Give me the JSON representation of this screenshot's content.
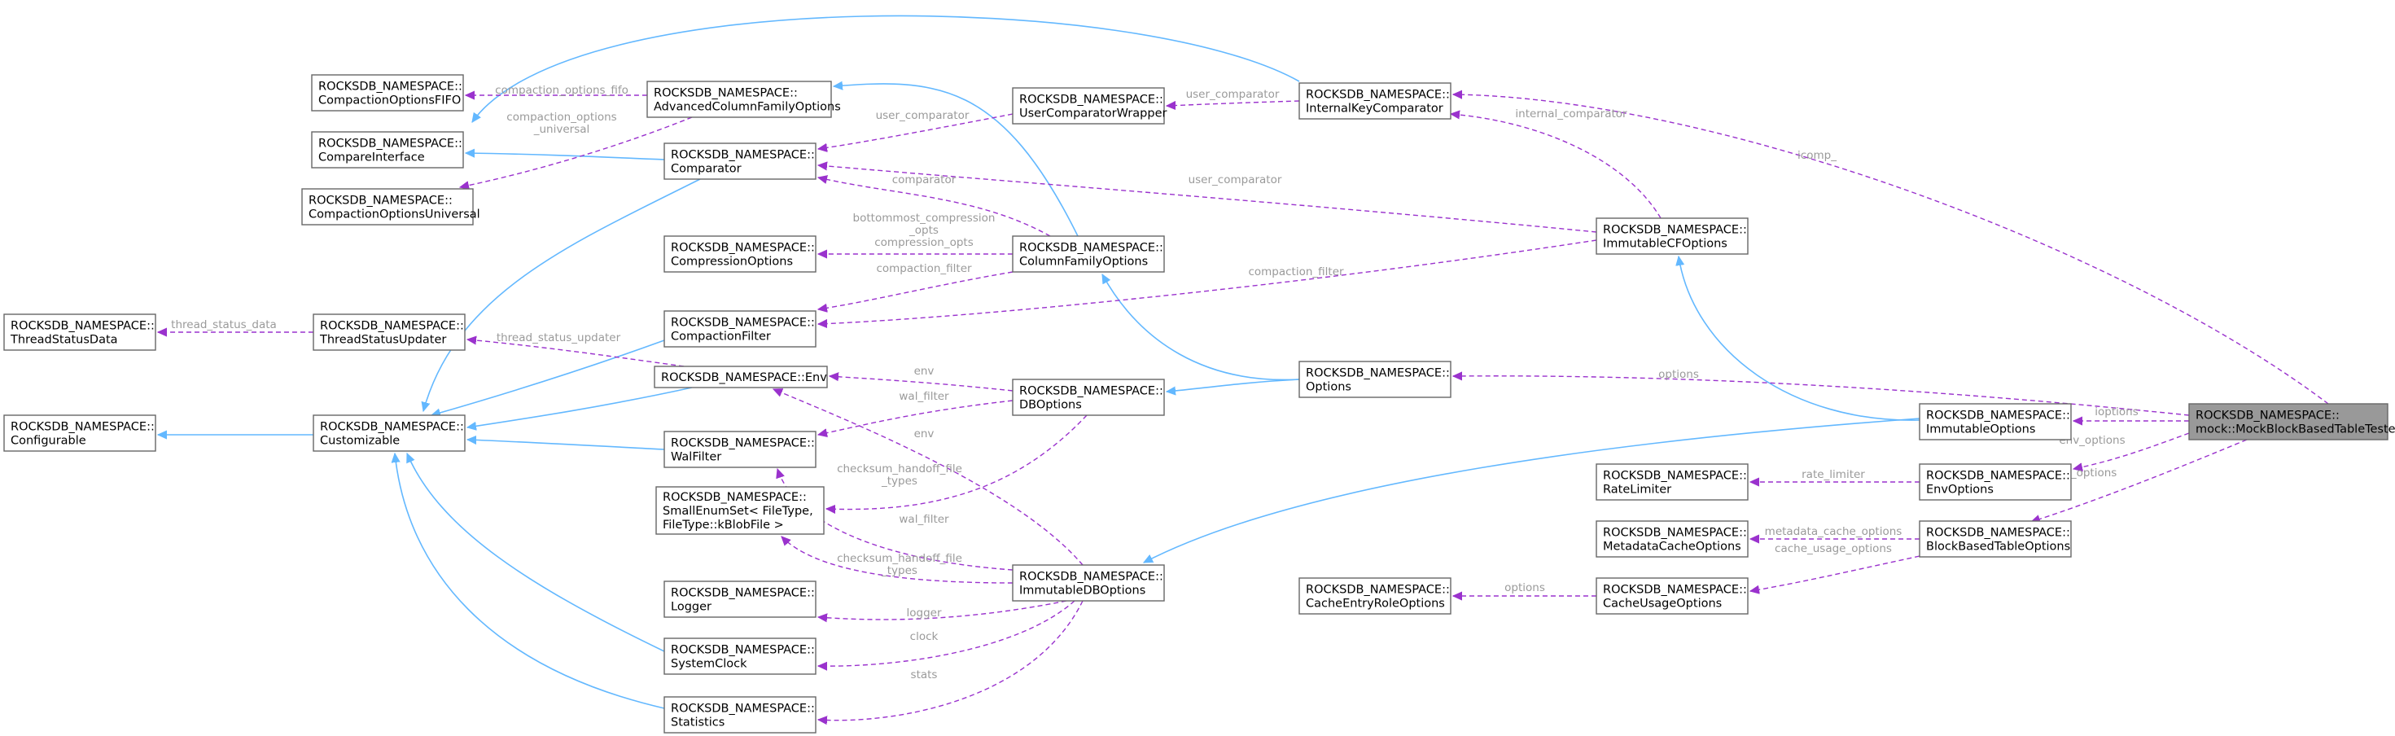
{
  "diagram": {
    "nodes": [
      {
        "id": "mock",
        "lines": [
          "ROCKSDB_NAMESPACE::",
          "mock::MockBlockBasedTableTester"
        ],
        "highlight": true
      },
      {
        "id": "ikc",
        "lines": [
          "ROCKSDB_NAMESPACE::",
          "InternalKeyComparator"
        ]
      },
      {
        "id": "ucw",
        "lines": [
          "ROCKSDB_NAMESPACE::",
          "UserComparatorWrapper"
        ]
      },
      {
        "id": "acfo",
        "lines": [
          "ROCKSDB_NAMESPACE::",
          "AdvancedColumnFamilyOptions"
        ]
      },
      {
        "id": "cofifo",
        "lines": [
          "ROCKSDB_NAMESPACE::",
          "CompactionOptionsFIFO"
        ]
      },
      {
        "id": "ci",
        "lines": [
          "ROCKSDB_NAMESPACE::",
          "CompareInterface"
        ]
      },
      {
        "id": "cmp",
        "lines": [
          "ROCKSDB_NAMESPACE::",
          "Comparator"
        ]
      },
      {
        "id": "cou",
        "lines": [
          "ROCKSDB_NAMESPACE::",
          "CompactionOptionsUniversal"
        ]
      },
      {
        "id": "icfo",
        "lines": [
          "ROCKSDB_NAMESPACE::",
          "ImmutableCFOptions"
        ]
      },
      {
        "id": "co",
        "lines": [
          "ROCKSDB_NAMESPACE::",
          "CompressionOptions"
        ]
      },
      {
        "id": "cfo",
        "lines": [
          "ROCKSDB_NAMESPACE::",
          "ColumnFamilyOptions"
        ]
      },
      {
        "id": "tsd",
        "lines": [
          "ROCKSDB_NAMESPACE::",
          "ThreadStatusData"
        ]
      },
      {
        "id": "tsu",
        "lines": [
          "ROCKSDB_NAMESPACE::",
          "ThreadStatusUpdater"
        ]
      },
      {
        "id": "cf",
        "lines": [
          "ROCKSDB_NAMESPACE::",
          "CompactionFilter"
        ]
      },
      {
        "id": "opt",
        "lines": [
          "ROCKSDB_NAMESPACE::",
          "Options"
        ]
      },
      {
        "id": "env",
        "lines": [
          "ROCKSDB_NAMESPACE::Env"
        ]
      },
      {
        "id": "dbo",
        "lines": [
          "ROCKSDB_NAMESPACE::",
          "DBOptions"
        ]
      },
      {
        "id": "conf",
        "lines": [
          "ROCKSDB_NAMESPACE::",
          "Configurable"
        ]
      },
      {
        "id": "cust",
        "lines": [
          "ROCKSDB_NAMESPACE::",
          "Customizable"
        ]
      },
      {
        "id": "wf",
        "lines": [
          "ROCKSDB_NAMESPACE::",
          "WalFilter"
        ]
      },
      {
        "id": "io",
        "lines": [
          "ROCKSDB_NAMESPACE::",
          "ImmutableOptions"
        ]
      },
      {
        "id": "rl",
        "lines": [
          "ROCKSDB_NAMESPACE::",
          "RateLimiter"
        ]
      },
      {
        "id": "eo",
        "lines": [
          "ROCKSDB_NAMESPACE::",
          "EnvOptions"
        ]
      },
      {
        "id": "ses",
        "lines": [
          "ROCKSDB_NAMESPACE::",
          "SmallEnumSet< FileType,",
          "FileType::kBlobFile >"
        ]
      },
      {
        "id": "mco",
        "lines": [
          "ROCKSDB_NAMESPACE::",
          "MetadataCacheOptions"
        ]
      },
      {
        "id": "bbto",
        "lines": [
          "ROCKSDB_NAMESPACE::",
          "BlockBasedTableOptions"
        ]
      },
      {
        "id": "idbo",
        "lines": [
          "ROCKSDB_NAMESPACE::",
          "ImmutableDBOptions"
        ]
      },
      {
        "id": "log",
        "lines": [
          "ROCKSDB_NAMESPACE::",
          "Logger"
        ]
      },
      {
        "id": "cero",
        "lines": [
          "ROCKSDB_NAMESPACE::",
          "CacheEntryRoleOptions"
        ]
      },
      {
        "id": "cuo",
        "lines": [
          "ROCKSDB_NAMESPACE::",
          "CacheUsageOptions"
        ]
      },
      {
        "id": "sc",
        "lines": [
          "ROCKSDB_NAMESPACE::",
          "SystemClock"
        ]
      },
      {
        "id": "stat",
        "lines": [
          "ROCKSDB_NAMESPACE::",
          "Statistics"
        ]
      }
    ],
    "edges": [
      {
        "id": "ikc-ci",
        "kind": "inherit"
      },
      {
        "id": "cmp-ci",
        "kind": "inherit"
      },
      {
        "id": "cfo-acfo",
        "kind": "inherit"
      },
      {
        "id": "opt-cfo",
        "kind": "inherit"
      },
      {
        "id": "opt-dbo",
        "kind": "inherit"
      },
      {
        "id": "io-icfo",
        "kind": "inherit"
      },
      {
        "id": "io-idbo",
        "kind": "inherit"
      },
      {
        "id": "cust-conf",
        "kind": "inherit"
      },
      {
        "id": "cmp-cust",
        "kind": "inherit"
      },
      {
        "id": "cf-cust",
        "kind": "inherit"
      },
      {
        "id": "env-cust",
        "kind": "inherit"
      },
      {
        "id": "wf-cust",
        "kind": "inherit"
      },
      {
        "id": "sc-cust",
        "kind": "inherit"
      },
      {
        "id": "stat-cust",
        "kind": "inherit"
      },
      {
        "id": "ikc-mock",
        "kind": "use",
        "label": "icomp_"
      },
      {
        "id": "opt-mock",
        "kind": "use",
        "label": "options"
      },
      {
        "id": "io-mock",
        "kind": "use",
        "label": "ioptions"
      },
      {
        "id": "eo-mock",
        "kind": "use",
        "label": "env_options"
      },
      {
        "id": "bbto-mock",
        "kind": "use",
        "label": "table_options"
      },
      {
        "id": "ucw-ikc",
        "kind": "use",
        "label": "user_comparator"
      },
      {
        "id": "cmp-ucw",
        "kind": "use",
        "label": "user_comparator"
      },
      {
        "id": "ikc-icfo",
        "kind": "use",
        "label": "internal_comparator"
      },
      {
        "id": "cmp-icfo",
        "kind": "use",
        "label": "user_comparator"
      },
      {
        "id": "cf-icfo",
        "kind": "use",
        "label": "compaction_filter"
      },
      {
        "id": "cofifo-acfo",
        "kind": "use",
        "label": "compaction_options_fifo"
      },
      {
        "id": "cou-acfo",
        "kind": "use",
        "label": "compaction_options\n_universal"
      },
      {
        "id": "cmp-cfo",
        "kind": "use",
        "label": "comparator"
      },
      {
        "id": "co-cfo",
        "kind": "use",
        "label": "bottommost_compression\n_opts\ncompression_opts"
      },
      {
        "id": "cf-cfo",
        "kind": "use",
        "label": "compaction_filter"
      },
      {
        "id": "tsd-tsu",
        "kind": "use",
        "label": "thread_status_data"
      },
      {
        "id": "tsu-env",
        "kind": "use",
        "label": "thread_status_updater"
      },
      {
        "id": "env-dbo",
        "kind": "use",
        "label": "env"
      },
      {
        "id": "wf-dbo",
        "kind": "use",
        "label": "wal_filter"
      },
      {
        "id": "ses-dbo",
        "kind": "use",
        "label": "checksum_handoff_file\n_types"
      },
      {
        "id": "env-idbo",
        "kind": "use",
        "label": "env"
      },
      {
        "id": "wf-idbo",
        "kind": "use",
        "label": "wal_filter"
      },
      {
        "id": "ses-idbo",
        "kind": "use",
        "label": "checksum_handoff_file\n_types"
      },
      {
        "id": "log-idbo",
        "kind": "use",
        "label": "logger"
      },
      {
        "id": "sc-idbo",
        "kind": "use",
        "label": "clock"
      },
      {
        "id": "stat-idbo",
        "kind": "use",
        "label": "stats"
      },
      {
        "id": "rl-eo",
        "kind": "use",
        "label": "rate_limiter"
      },
      {
        "id": "mco-bbto",
        "kind": "use",
        "label": "metadata_cache_options"
      },
      {
        "id": "cuo-bbto",
        "kind": "use",
        "label": "cache_usage_options"
      },
      {
        "id": "cero-cuo",
        "kind": "use",
        "label": "options"
      }
    ]
  },
  "colors": {
    "inherit_edge": "#63b8ff",
    "use_edge": "#9a32cd",
    "edge_label": "#9a9a9a",
    "highlight_node": "#999999"
  }
}
